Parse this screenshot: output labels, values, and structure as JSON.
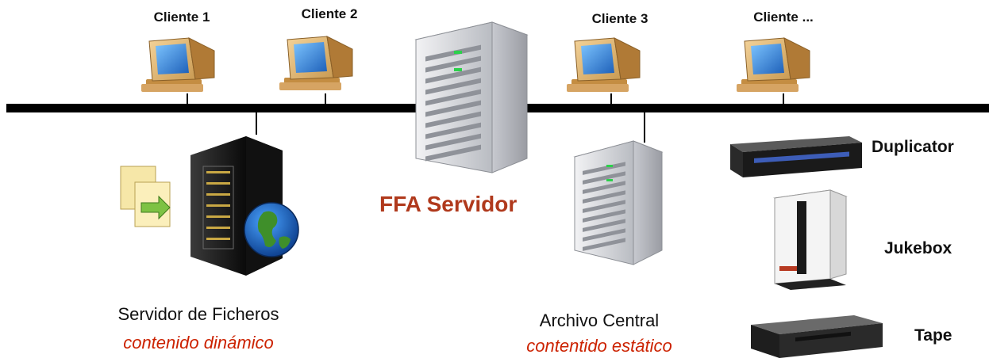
{
  "clients": [
    {
      "label": "Cliente 1"
    },
    {
      "label": "Cliente 2"
    },
    {
      "label": "Cliente 3"
    },
    {
      "label": "Cliente ..."
    }
  ],
  "server": {
    "label": "FFA Servidor"
  },
  "file_server": {
    "title": "Servidor de Ficheros",
    "subtitle": "contenido dinámico"
  },
  "central_archive": {
    "title": "Archivo Central",
    "subtitle": "contentido estático"
  },
  "devices": {
    "duplicator": "Duplicator",
    "jukebox": "Jukebox",
    "tape": "Tape"
  },
  "colors": {
    "network_line": "#000000",
    "server_label": "#b0391c",
    "subtitle": "#cc2200",
    "monitor_screen": "#2f7fd6"
  }
}
